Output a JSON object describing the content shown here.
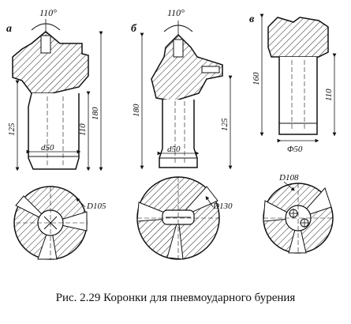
{
  "figure": {
    "caption": "Рис. 2.29 Коронки для пневмоударного бурения",
    "panels": [
      {
        "letter": "а",
        "angle": "110°",
        "height_labels": [
          "125",
          "110",
          "180"
        ],
        "shank_diameter": "d50",
        "face_diameter": "D105"
      },
      {
        "letter": "б",
        "angle": "110°",
        "height_labels": [
          "180",
          "125"
        ],
        "shank_diameter": "d50",
        "face_diameter": "D130"
      },
      {
        "letter": "в",
        "height_labels": [
          "160",
          "110"
        ],
        "shank_diameter": "Φ50",
        "face_diameter": "D108"
      }
    ]
  }
}
